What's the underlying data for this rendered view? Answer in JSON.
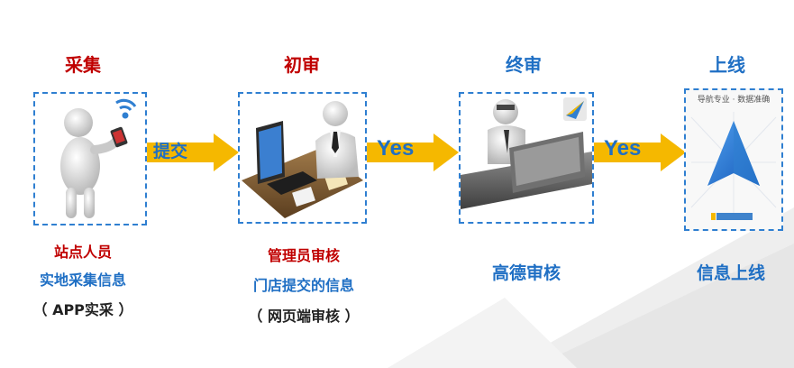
{
  "stages": [
    {
      "title": "采集",
      "title_color": "#c00000"
    },
    {
      "title": "初审",
      "title_color": "#c00000"
    },
    {
      "title": "终审",
      "title_color": "#1f6fc4"
    },
    {
      "title": "上线",
      "title_color": "#1f6fc4"
    }
  ],
  "arrows": [
    {
      "label": "提交"
    },
    {
      "label": "Yes"
    },
    {
      "label": "Yes"
    }
  ],
  "captions": {
    "collect": {
      "line1": "站点人员",
      "line2": "实地采集信息",
      "line3": "（ APP实采 ）"
    },
    "first_review": {
      "line1": "管理员审核",
      "line2": "门店提交的信息",
      "line3": "（ 网页端审核 ）"
    },
    "final_review": {
      "line1": "高德审核"
    },
    "online": {
      "line1": "信息上线"
    }
  },
  "poster": {
    "tagline": "导航专业 · 数据准确"
  },
  "colors": {
    "accent_red": "#c00000",
    "accent_blue": "#1f6fc4",
    "arrow": "#f5b800",
    "box_border": "#2f7fd1"
  }
}
